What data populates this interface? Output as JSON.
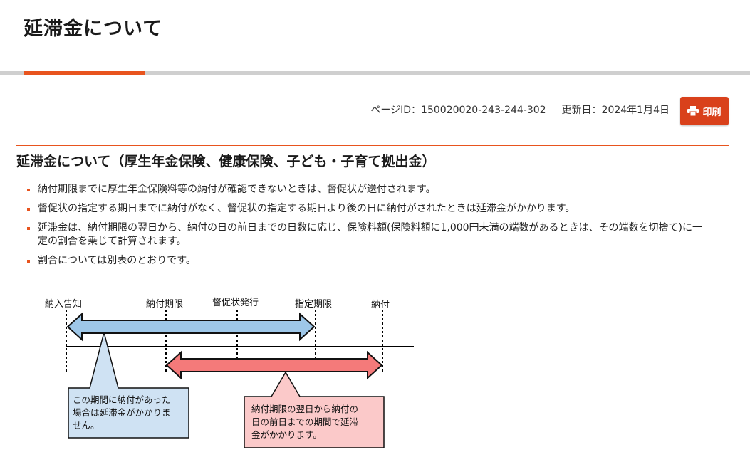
{
  "page": {
    "title": "延滞金について"
  },
  "meta": {
    "page_id": "ページID：150020020-243-244-302",
    "updated": "更新日：2024年1月4日",
    "print_label": "印刷"
  },
  "section": {
    "heading": "延滞金について（厚生年金保険、健康保険、子ども・子育て拠出金）",
    "bullets": [
      "納付期限までに厚生年金保険料等の納付が確認できないときは、督促状が送付されます。",
      "督促状の指定する期日までに納付がなく、督促状の指定する期日より後の日に納付がされたときは延滞金がかかります。",
      "延滞金は、納付期限の翌日から、納付の日の前日までの日数に応じ、保険料額(保険料額に1,000円未満の端数があるときは、その端数を切捨て)に一定の割合を乗じて計算されます。",
      "割合については別表のとおりです。"
    ]
  },
  "diagram": {
    "labels": {
      "notice": "納入告知",
      "deadline": "納付期限",
      "reminder": "督促状発行",
      "designated": "指定期限",
      "payment": "納付"
    },
    "callout_blue": [
      "この期間に納付があった",
      "場合は延滞金がかかりま",
      "せん。"
    ],
    "callout_red": [
      "納付期限の翌日から納付の",
      "日の前日までの期間で延滞",
      "金がかかります。"
    ],
    "colors": {
      "accent": "#e8541e",
      "print_button": "#d9411b",
      "blue_arrow": "#9ec7e8",
      "blue_box": "#cfe2f3",
      "red_arrow": "#f47a7a",
      "red_box": "#fbc9c9"
    }
  }
}
